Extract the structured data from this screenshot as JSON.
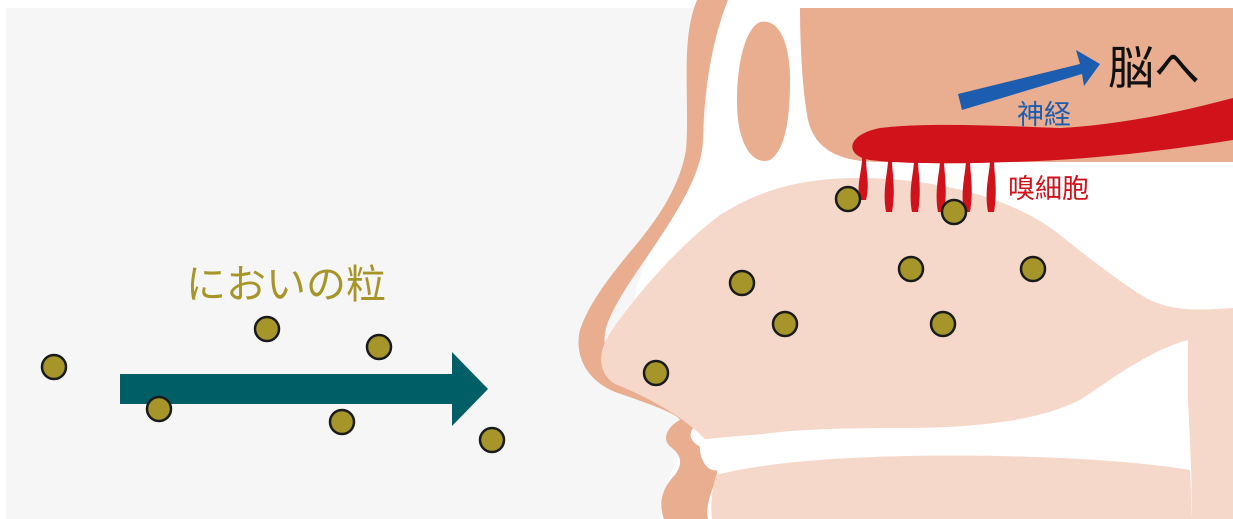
{
  "labels": {
    "odor_particles": "においの粒",
    "to_brain": "脳へ",
    "nerve": "神経",
    "olfactory_cells": "嗅細胞"
  },
  "colors": {
    "background": "#f6f6f6",
    "skin": "#e9ad90",
    "nasal_cavity": "#f6d8cb",
    "brain_region": "#e9ad90",
    "nerve_red": "#d0121b",
    "particle_fill": "#a6962a",
    "particle_stroke": "#1a1a1a",
    "airflow_arrow": "#005e66",
    "brain_arrow": "#1c5db0",
    "odor_label": "#a6962a",
    "nerve_label": "#1c5db0",
    "cell_label": "#d0121b",
    "brain_label": "#111111"
  },
  "icons": {
    "airflow": "right-arrow-icon",
    "to_brain": "right-arrow-icon"
  }
}
